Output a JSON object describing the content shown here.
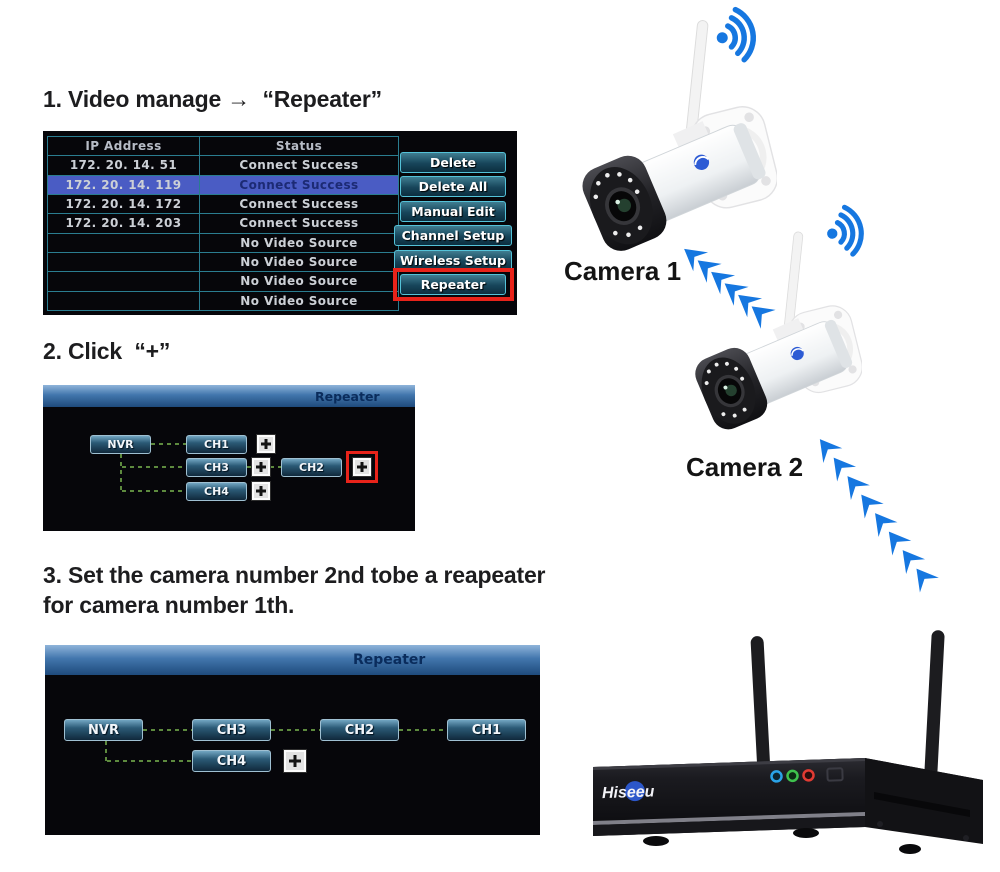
{
  "steps": {
    "s1": "1. Video manage →  “Repeater”",
    "s2": "2. Click  “+”",
    "s3_line1": "3. Set the camera number 2nd tobe a reapeater",
    "s3_line2": "for camera number 1th."
  },
  "device_table": {
    "columns": [
      "IP Address",
      "Status"
    ],
    "rows": [
      {
        "ip": "172. 20. 14. 51",
        "status": "Connect Success"
      },
      {
        "ip": "172. 20. 14. 119",
        "status": "Connect Success"
      },
      {
        "ip": "172. 20. 14. 172",
        "status": "Connect Success"
      },
      {
        "ip": "172. 20. 14. 203",
        "status": "Connect Success"
      },
      {
        "ip": "",
        "status": "No Video Source"
      },
      {
        "ip": "",
        "status": "No Video Source"
      },
      {
        "ip": "",
        "status": "No Video Source"
      },
      {
        "ip": "",
        "status": "No Video Source"
      }
    ],
    "selected_row_ip": "172. 20. 14. 119",
    "buttons": [
      "Delete",
      "Delete All",
      "Manual Edit",
      "Channel Setup",
      "Wireless Setup",
      "Repeater"
    ],
    "highlighted_button": "Repeater"
  },
  "step2_window": {
    "title": "Repeater",
    "nodes": {
      "nvr": "NVR",
      "ch1": "CH1",
      "ch2": "CH2",
      "ch3": "CH3",
      "ch4": "CH4"
    }
  },
  "step3_window": {
    "title": "Repeater",
    "nodes": {
      "nvr": "NVR",
      "ch1": "CH1",
      "ch2": "CH2",
      "ch3": "CH3",
      "ch4": "CH4"
    }
  },
  "labels": {
    "camera1": "Camera 1",
    "camera2": "Camera 2"
  },
  "nvr_device": {
    "brand": "Hiseeu"
  },
  "icons": {
    "wifi_icon": "wifi-arcs",
    "signal_chevron": "«",
    "plus_button": "+"
  },
  "colors": {
    "annotation_red": "#e8231a",
    "wifi_blue": "#1677e0",
    "selected_row_blue": "#4a5cc4",
    "table_border_teal": "#2a7d90"
  }
}
